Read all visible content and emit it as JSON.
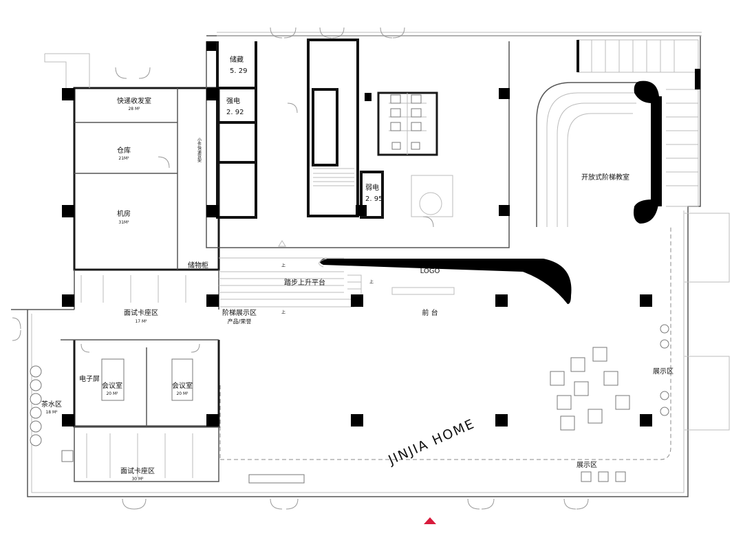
{
  "plan": {
    "rooms": {
      "express": {
        "name": "快递收发室",
        "area": "28 M²"
      },
      "warehouse": {
        "name": "仓库",
        "area": "21M²"
      },
      "server": {
        "name": "机房",
        "area": "31M²"
      },
      "storage": {
        "name": "储藏",
        "area": "5. 29"
      },
      "strong_elec": {
        "name": "强电",
        "area": "2. 92"
      },
      "weak_elec": {
        "name": "弱电",
        "area": "2. 95"
      },
      "parcel_shelf": "小件快递货架",
      "locker": "储物柜",
      "step_platform": "踏步上升平台",
      "logo": "LOGO",
      "reception": "前 台",
      "stair_exhibit": {
        "name": "阶梯展示区",
        "sub": "产品/荣誉"
      },
      "interview_top": {
        "name": "面试卡座区",
        "area": "17 M²"
      },
      "interview_bottom": {
        "name": "面试卡座区",
        "area": "30 M²"
      },
      "meeting_1": {
        "name": "会议室",
        "area": "20 M²"
      },
      "meeting_2": {
        "name": "会议室",
        "area": "20 M²"
      },
      "screen": "电子屏",
      "tea": {
        "name": "茶水区",
        "area": "18 M²"
      },
      "classroom": "开放式阶梯教室",
      "exhibit_right": "展示区",
      "exhibit_bottom": "展示区",
      "brand": "JINJIA HOME",
      "up_1": "上",
      "up_2": "上",
      "up_3": "上"
    },
    "colors": {
      "wall": "#1a1a1a",
      "entrance_marker": "#d81b3c"
    }
  }
}
